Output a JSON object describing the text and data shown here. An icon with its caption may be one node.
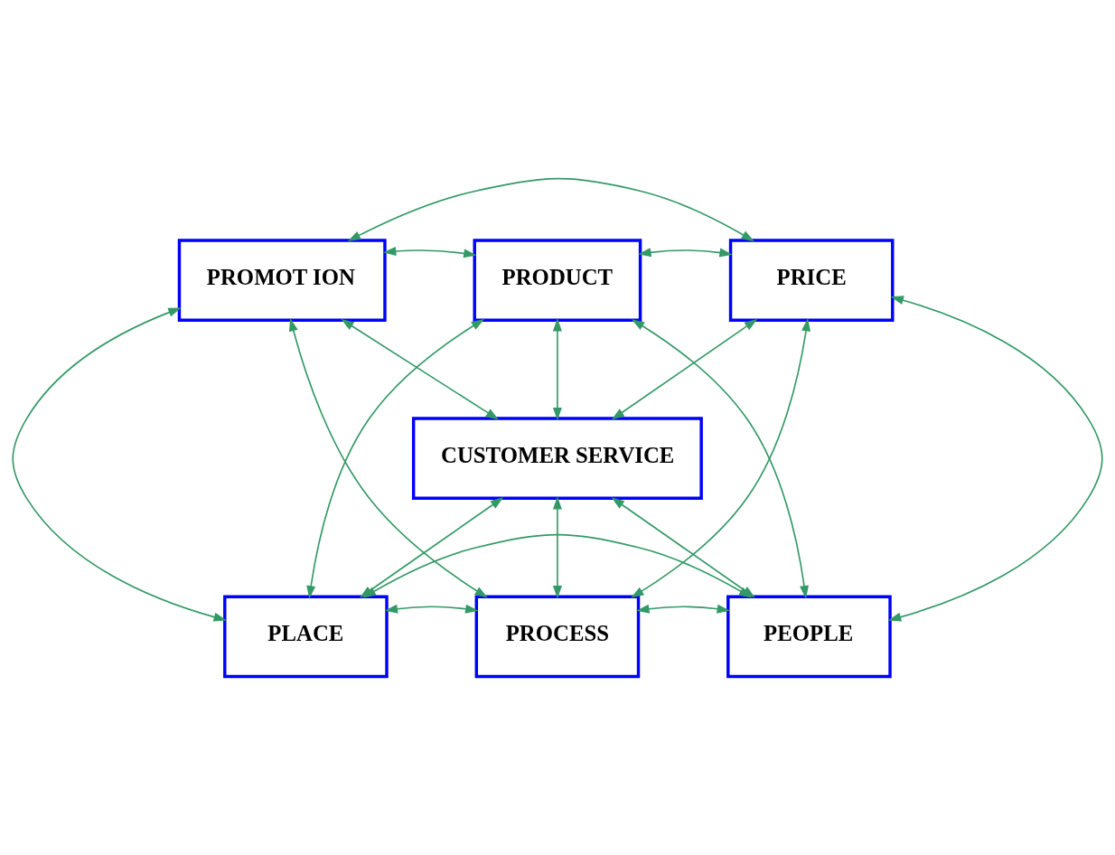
{
  "diagram": {
    "nodes": [
      {
        "text": [
          "PRODUCT"
        ]
      },
      {
        "text": [
          "PROMOT ION"
        ]
      },
      {
        "text": [
          "PRICE"
        ]
      },
      {
        "text": [
          "CUSTOMER SERVICE"
        ]
      },
      {
        "text": [
          "PLACE"
        ]
      },
      {
        "text": [
          "PROCESS"
        ]
      },
      {
        "text": [
          "PEOPLE"
        ]
      }
    ],
    "edges": [
      {
        "from": 1,
        "to": 0,
        "arrow": "both"
      },
      {
        "from": 0,
        "to": 2,
        "arrow": "both"
      },
      {
        "from": 1,
        "to": 2,
        "arrow": "both"
      },
      {
        "from": 0,
        "to": 3,
        "arrow": "both"
      },
      {
        "from": 1,
        "to": 3,
        "arrow": "both"
      },
      {
        "from": 2,
        "to": 3,
        "arrow": "both"
      },
      {
        "from": 1,
        "to": 4,
        "arrow": "both"
      },
      {
        "from": 1,
        "to": 5,
        "arrow": "both"
      },
      {
        "from": 0,
        "to": 4,
        "arrow": "both"
      },
      {
        "from": 0,
        "to": 6,
        "arrow": "both"
      },
      {
        "from": 2,
        "to": 5,
        "arrow": "both"
      },
      {
        "from": 2,
        "to": 6,
        "arrow": "both"
      },
      {
        "from": 3,
        "to": 4,
        "arrow": "both"
      },
      {
        "from": 3,
        "to": 5,
        "arrow": "both"
      },
      {
        "from": 3,
        "to": 6,
        "arrow": "both"
      },
      {
        "from": 4,
        "to": 6,
        "arrow": "both"
      },
      {
        "from": 4,
        "to": 5,
        "arrow": "both"
      },
      {
        "from": 5,
        "to": 6,
        "arrow": "both"
      }
    ]
  }
}
